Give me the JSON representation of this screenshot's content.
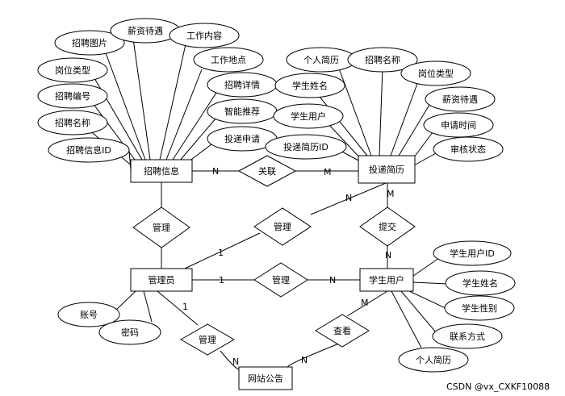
{
  "entities": {
    "zhaopin": "招聘信息",
    "toudi": "投递简历",
    "admin": "管理员",
    "student": "学生用户",
    "notice": "网站公告"
  },
  "relations": {
    "guanlian": "关联",
    "guanli_left": "管理",
    "guanli_diag": "管理",
    "tijiao": "提交",
    "guanli_mid": "管理",
    "guanli_bottom": "管理",
    "chakan": "查看"
  },
  "attributes": {
    "zhaopin": [
      "招聘图片",
      "薪资待遇",
      "工作内容",
      "工作地点",
      "岗位类型",
      "招聘详情",
      "招聘编号",
      "智能推荐",
      "招聘名称",
      "投递申请",
      "招聘信息ID"
    ],
    "toudi": [
      "个人简历",
      "招聘名称",
      "岗位类型",
      "学生姓名",
      "薪资待遇",
      "学生用户",
      "申请时间",
      "投递简历ID",
      "审核状态"
    ],
    "admin": [
      "账号",
      "密码"
    ],
    "student": [
      "学生用户ID",
      "学生姓名",
      "学生性别",
      "联系方式",
      "个人简历"
    ]
  },
  "cardinality": {
    "n_zhaopin": "N",
    "m_toudi": "M",
    "one_admin_diag": "1",
    "n_toudi_diag": "N",
    "m_toudi_down": "M",
    "n_student_up": "N",
    "one_admin_mid": "1",
    "n_student_mid": "N",
    "one_admin_down": "1",
    "n_notice_left": "N",
    "n_notice_right": "N",
    "m_student_down": "M"
  },
  "watermark": "CSDN @vx_CXKF10088"
}
